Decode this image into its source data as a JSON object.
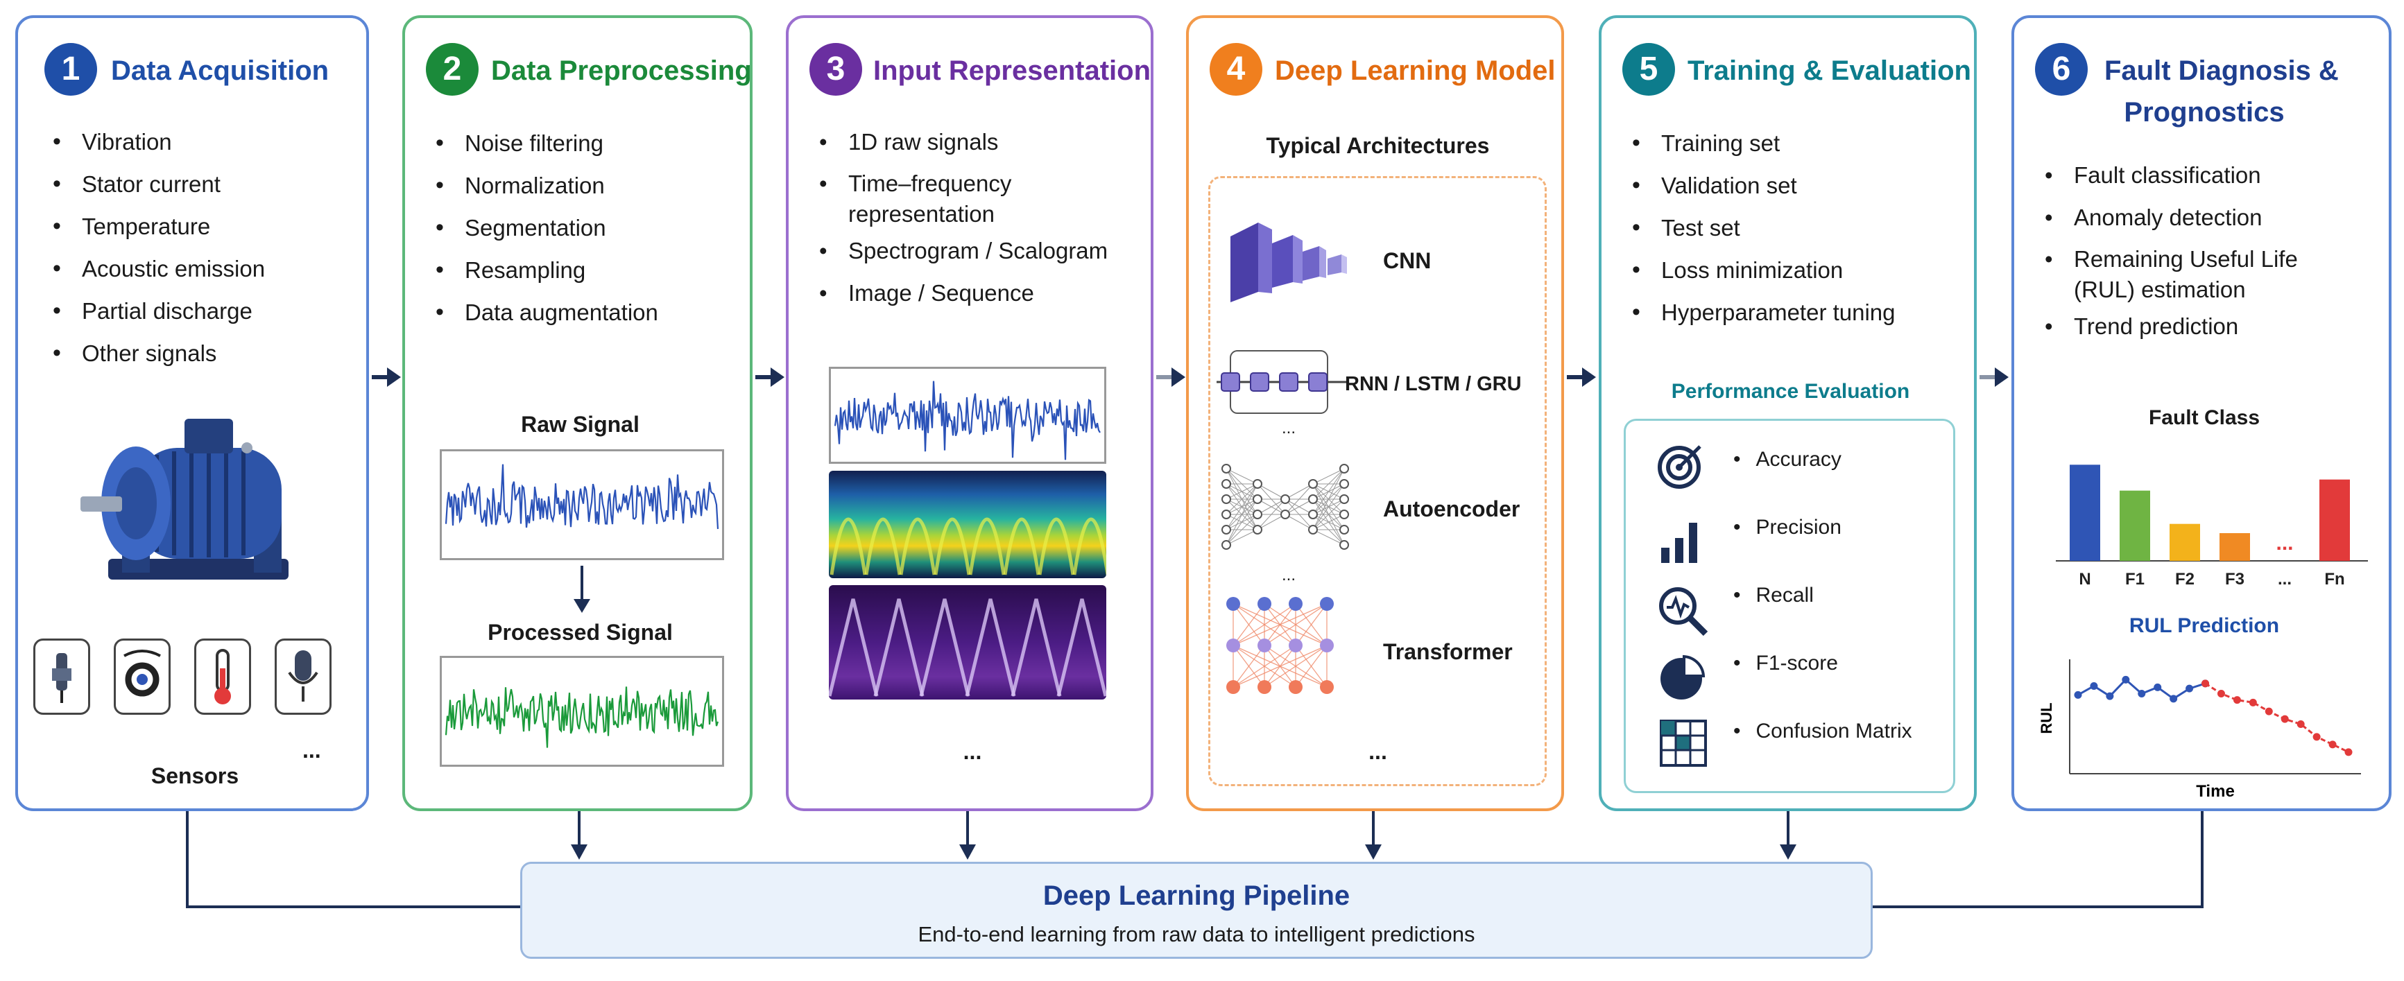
{
  "panels": [
    {
      "num": "1",
      "title": "Data Acquisition",
      "items": [
        "Vibration",
        "Stator current",
        "Temperature",
        "Acoustic emission",
        "Partial discharge",
        "Other signals"
      ],
      "footer": "Sensors",
      "ellipsis": "..."
    },
    {
      "num": "2",
      "title": "Data Preprocessing",
      "items": [
        "Noise filtering",
        "Normalization",
        "Segmentation",
        "Resampling",
        "Data augmentation"
      ],
      "raw_label": "Raw Signal",
      "processed_label": "Processed Signal"
    },
    {
      "num": "3",
      "title": "Input Representation",
      "items": [
        "1D raw signals",
        "Time–frequency",
        "representation",
        "Spectrogram / Scalogram",
        "Image / Sequence"
      ],
      "ellipsis": "..."
    },
    {
      "num": "4",
      "title": "Deep Learning Model",
      "subtitle": "Typical Architectures",
      "models": [
        "CNN",
        "RNN / LSTM / GRU",
        "Autoencoder",
        "Transformer"
      ],
      "ellipsis": "...",
      "small_ellipsis": "..."
    },
    {
      "num": "5",
      "title": "Training & Evaluation",
      "items": [
        "Training set",
        "Validation set",
        "Test set",
        "Loss minimization",
        "Hyperparameter tuning"
      ],
      "perf_title": "Performance Evaluation",
      "metrics": [
        "Accuracy",
        "Precision",
        "Recall",
        "F1-score",
        "Confusion Matrix"
      ]
    },
    {
      "num": "6",
      "title_line1": "Fault Diagnosis &",
      "title_line2": "Prognostics",
      "items": [
        "Fault classification",
        "Anomaly detection",
        "Remaining Useful Life",
        "(RUL) estimation",
        "Trend prediction"
      ],
      "fault_chart_title": "Fault Class",
      "rul_chart_title": "RUL Prediction",
      "rul_ylabel": "RUL",
      "rul_xlabel": "Time"
    }
  ],
  "chart_data": [
    {
      "type": "bar",
      "title": "Fault Class",
      "categories": [
        "N",
        "F1",
        "F2",
        "F3",
        "...",
        "Fn"
      ],
      "values": [
        5.2,
        3.8,
        2.0,
        1.5,
        null,
        4.4
      ],
      "colors": [
        "#2f55b5",
        "#6fb443",
        "#f3b21b",
        "#f08a23",
        "#ffffff",
        "#e23a3a"
      ],
      "ylim": [
        0,
        6
      ]
    },
    {
      "type": "line",
      "title": "RUL Prediction",
      "xlabel": "Time",
      "ylabel": "RUL",
      "series": [
        {
          "x": [
            0,
            1,
            2,
            3,
            4,
            5,
            6,
            7,
            8
          ],
          "values": [
            6.2,
            6.9,
            6.1,
            7.4,
            6.3,
            6.8,
            5.9,
            6.7,
            7.1
          ],
          "color": "#2f55b5"
        },
        {
          "x": [
            8,
            9,
            10,
            11,
            12,
            13,
            14,
            15,
            16,
            17
          ],
          "values": [
            7.1,
            6.3,
            5.8,
            5.6,
            4.9,
            4.3,
            3.9,
            2.9,
            2.3,
            1.7
          ],
          "color": "#e23a3a"
        }
      ],
      "ylim": [
        0,
        9
      ],
      "xlim": [
        0,
        17
      ]
    }
  ],
  "pipeline": {
    "title": "Deep Learning Pipeline",
    "subtitle": "End-to-end learning from raw data to intelligent predictions"
  },
  "colors": {
    "blue": "#1f4fa8",
    "green": "#1b8a3a",
    "purple": "#6a2fa0",
    "orange": "#f07f1e",
    "teal": "#0d7c8c",
    "navy": "#1f3f8f",
    "arrow": "#1c2e54"
  }
}
